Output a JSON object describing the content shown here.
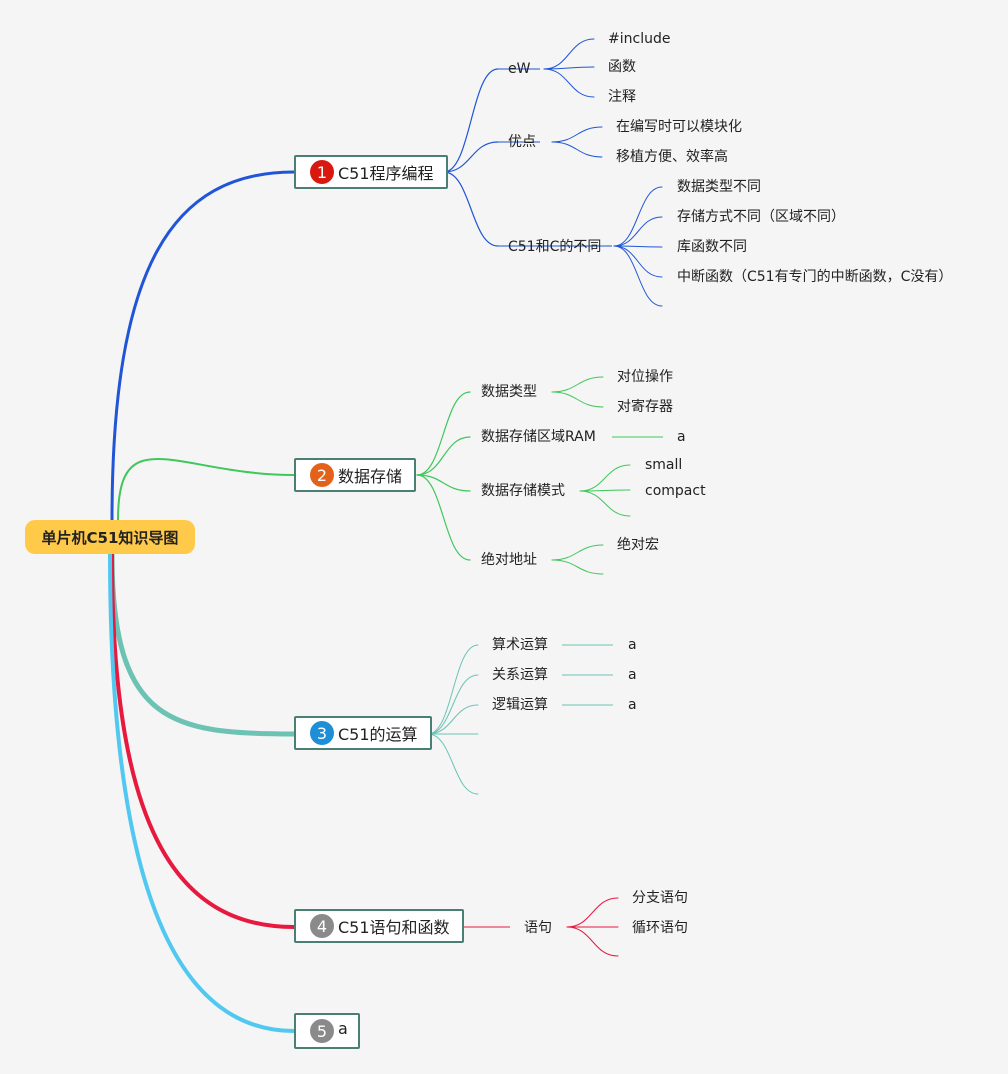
{
  "root": {
    "label": "单片机C51知识导图",
    "color": "#ffc94a"
  },
  "branches": [
    {
      "number": "1",
      "label": "C51程序编程",
      "badge_color": "#d8190f",
      "line_color": "#1f55d6",
      "children": [
        {
          "label": "eW",
          "children": [
            "#include",
            "函数",
            "注释"
          ]
        },
        {
          "label": "优点",
          "children": [
            "在编写时可以模块化",
            "移植方便、效率高"
          ]
        },
        {
          "label": "C51和C的不同",
          "children": [
            "数据类型不同",
            "存储方式不同（区域不同）",
            "库函数不同",
            "中断函数（C51有专门的中断函数，C没有）",
            ""
          ]
        }
      ]
    },
    {
      "number": "2",
      "label": "数据存储",
      "badge_color": "#e3621b",
      "line_color": "#3fc75a",
      "children": [
        {
          "label": "数据类型",
          "children": [
            "对位操作",
            "对寄存器"
          ]
        },
        {
          "label": "数据存储区域RAM",
          "children": [
            "a"
          ]
        },
        {
          "label": "数据存储模式",
          "children": [
            "small",
            "compact",
            ""
          ]
        },
        {
          "label": "绝对地址",
          "children": [
            "绝对宏",
            ""
          ]
        }
      ]
    },
    {
      "number": "3",
      "label": "C51的运算",
      "badge_color": "#1e8fd6",
      "line_color": "#6cc3b4",
      "children": [
        {
          "label": "算术运算",
          "children": [
            "a"
          ]
        },
        {
          "label": "关系运算",
          "children": [
            "a"
          ]
        },
        {
          "label": "逻辑运算",
          "children": [
            "a"
          ]
        },
        {
          "label": "",
          "children": []
        },
        {
          "label": "",
          "children": []
        }
      ]
    },
    {
      "number": "4",
      "label": "C51语句和函数",
      "badge_color": "#8a8a8a",
      "line_color": "#e8193f",
      "children": [
        {
          "label": "语句",
          "children": [
            "分支语句",
            "循环语句",
            ""
          ]
        }
      ]
    },
    {
      "number": "5",
      "label": "a",
      "badge_color": "#8a8a8a",
      "line_color": "#50c8f0",
      "children": []
    }
  ]
}
